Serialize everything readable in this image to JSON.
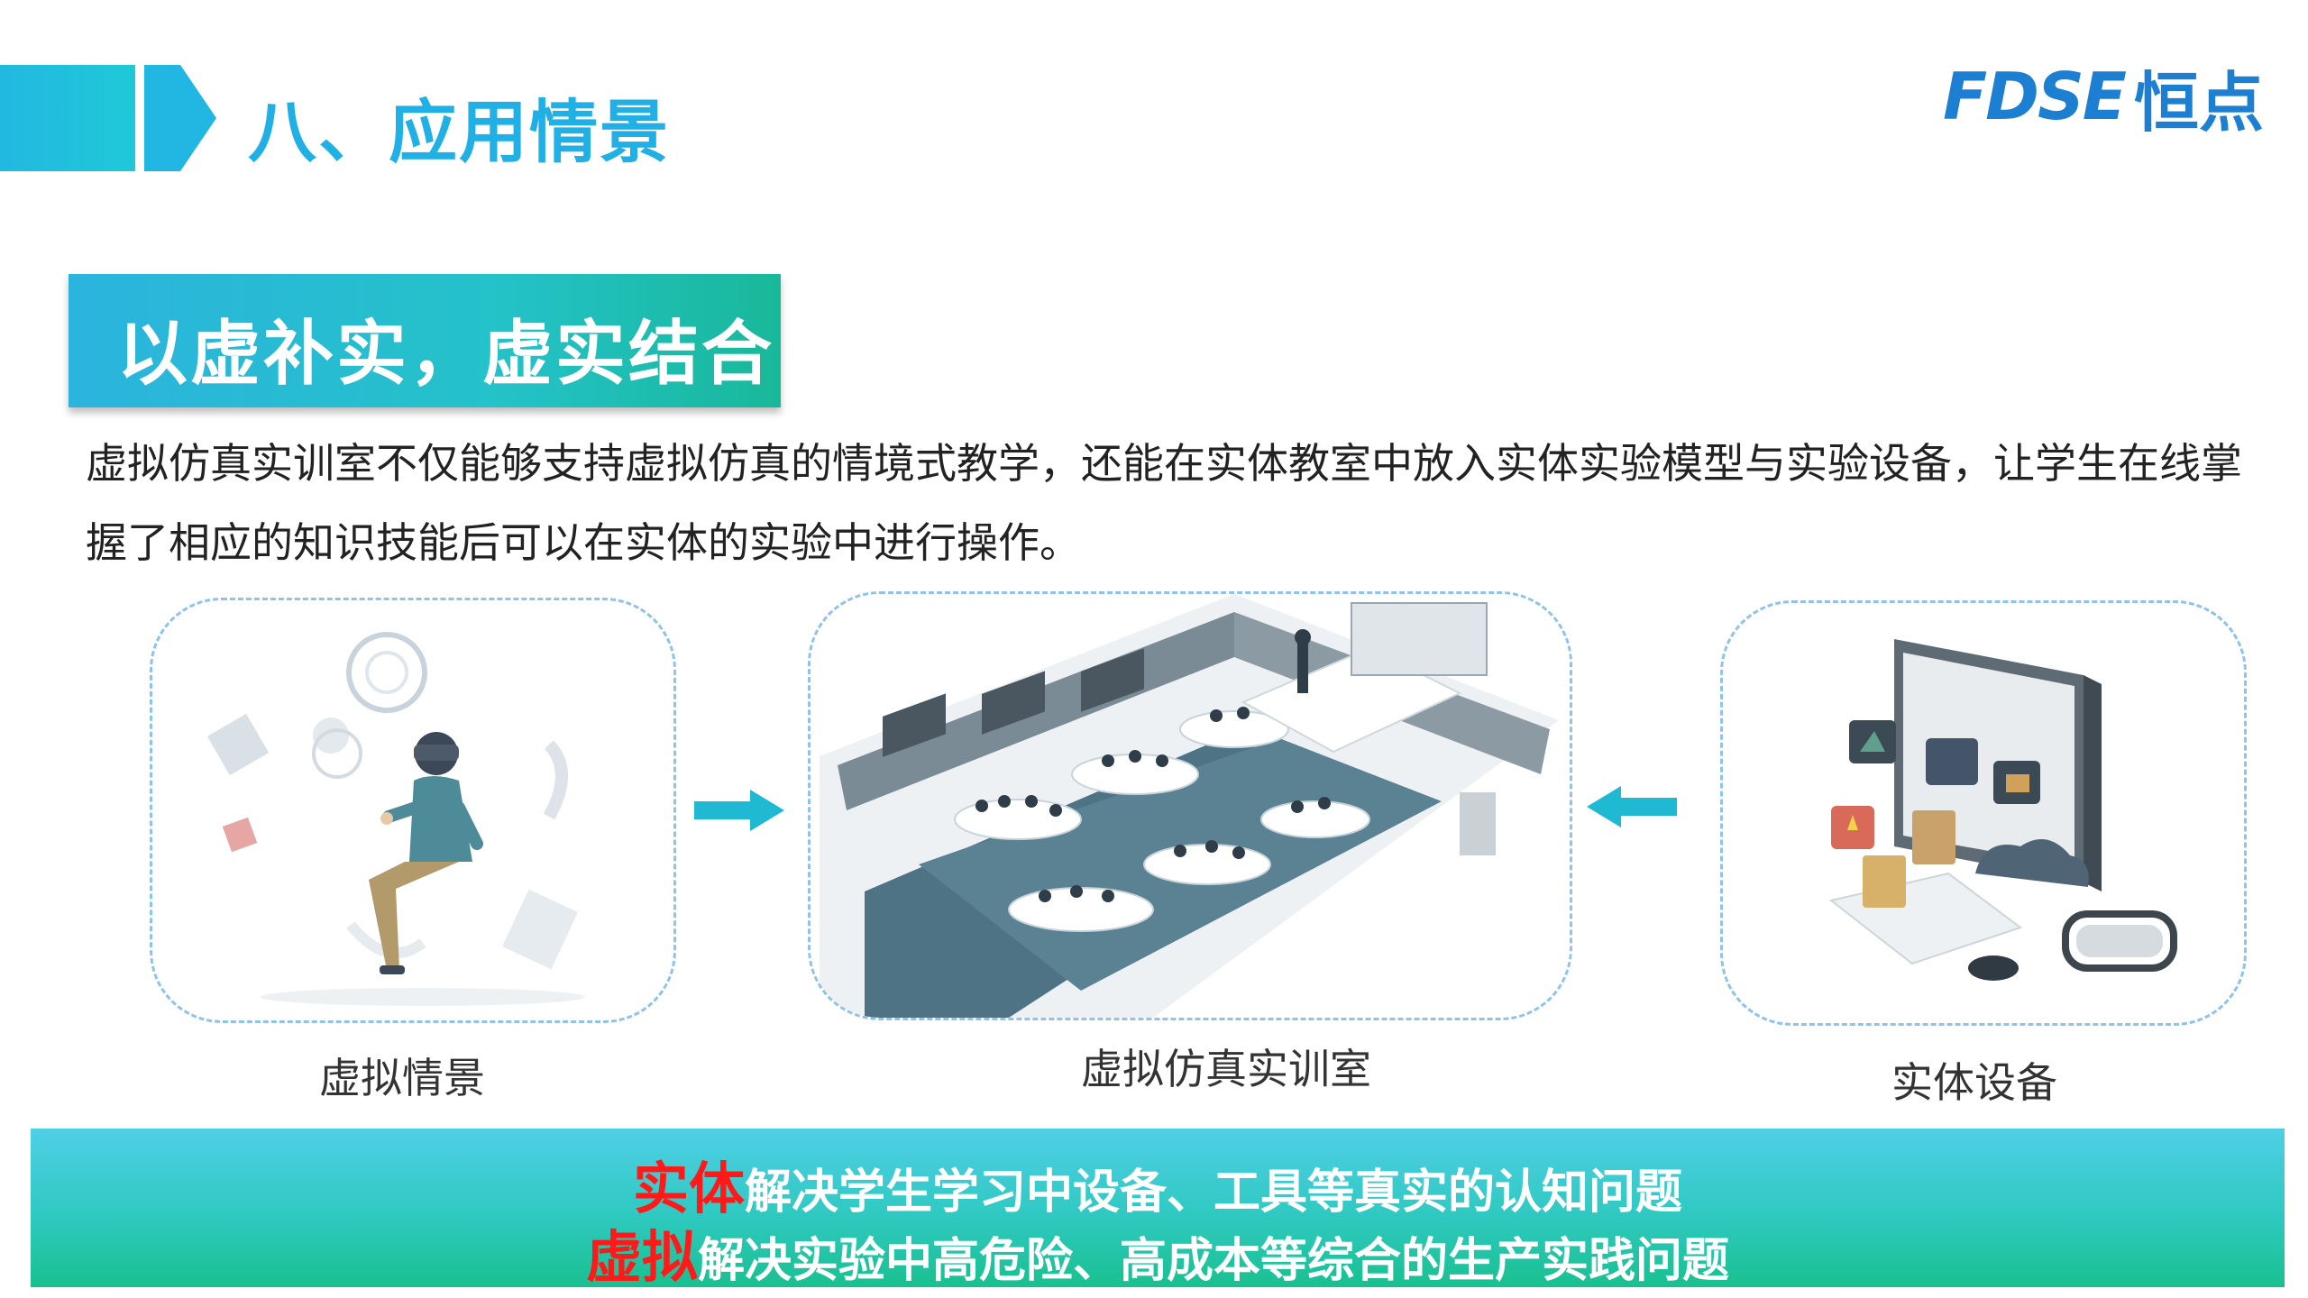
{
  "header": {
    "title": "八、应用情景"
  },
  "logo": {
    "latin": "FDSE",
    "cn": "恒点"
  },
  "banner": {
    "title": "以虚补实，虚实结合"
  },
  "description": "虚拟仿真实训室不仅能够支持虚拟仿真的情境式教学，还能在实体教室中放入实体实验模型与实验设备，让学生在线掌握了相应的知识技能后可以在实体的实验中进行操作。",
  "panels": [
    {
      "label": "虚拟情景"
    },
    {
      "label": "虚拟仿真实训室"
    },
    {
      "label": "实体设备"
    }
  ],
  "bottom": {
    "line1_highlight": "实体",
    "line1_text": "解决学生学习中设备、工具等真实的认知问题",
    "line2_highlight": "虚拟",
    "line2_text": "解决实验中高危险、高成本等综合的生产实践问题"
  },
  "colors": {
    "accent": "#21b0e6",
    "logo": "#1c7fd1",
    "highlight": "#ff1a1a",
    "arrow": "#1fb9d4"
  }
}
